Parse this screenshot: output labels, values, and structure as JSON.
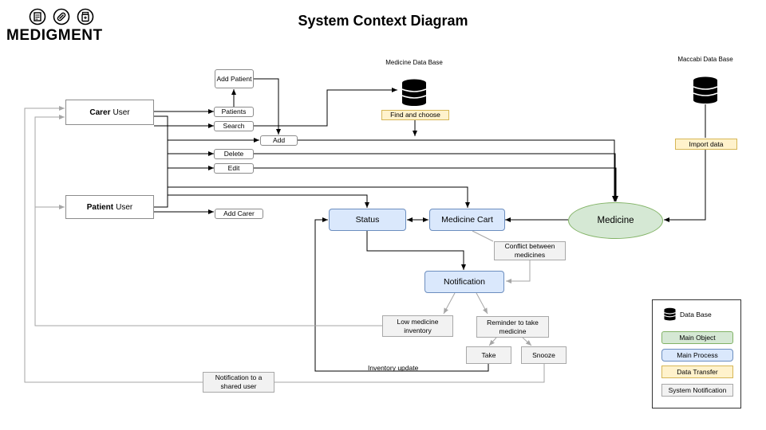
{
  "header": {
    "title": "System Context Diagram",
    "brand": "MEDIGMENT"
  },
  "brand_icons": [
    "prescription-icon",
    "pill-icon",
    "jar-icon"
  ],
  "colors": {
    "main_object": "#d5e8d4",
    "main_process": "#dae8fc",
    "data_transfer": "#fff2cc",
    "system_notification": "#f2f2f2",
    "edge_black": "#000000",
    "edge_grey": "#a6a6a6"
  },
  "users": {
    "carer": {
      "bold": "Carer",
      "rest": "User"
    },
    "patient": {
      "bold": "Patient",
      "rest": "User"
    }
  },
  "databases": {
    "medicine_db": "Medicine Data Base",
    "maccabi_db": "Maccabi Data Base"
  },
  "actions": {
    "add_patient": "Add Patient",
    "patients": "Patients",
    "search": "Search",
    "add": "Add",
    "delete": "Delete",
    "edit": "Edit",
    "add_carer": "Add Carer"
  },
  "transfers": {
    "find_choose": "Find and choose",
    "import_data": "Import data"
  },
  "processes": {
    "status": "Status",
    "cart": "Medicine Cart",
    "notification": "Notification"
  },
  "objects": {
    "medicine": "Medicine"
  },
  "notifications": {
    "conflict": "Conflict between medicines",
    "low_inventory": "Low medicine inventory",
    "reminder": "Reminder to take medicine",
    "take": "Take",
    "snooze": "Snooze",
    "shared_user": "Notification to a shared user"
  },
  "edge_labels": {
    "inventory_update": "Inventory update"
  },
  "legend": {
    "db": "Data Base",
    "main_object": "Main Object",
    "main_process": "Main Process",
    "data_transfer": "Data Transfer",
    "system_notification": "System Notification"
  }
}
